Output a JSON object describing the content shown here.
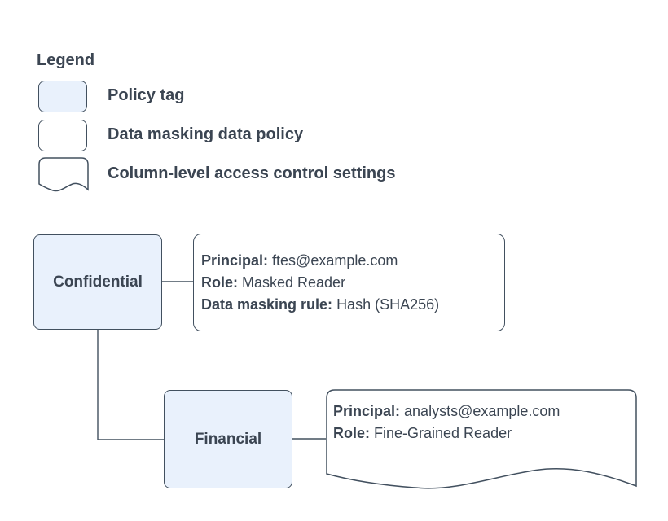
{
  "colors": {
    "background": "#ffffff",
    "policy_tag_fill": "#e9f1fc",
    "card_fill": "#ffffff",
    "stroke": "#42505f",
    "text": "#3b4552"
  },
  "legend": {
    "title": "Legend",
    "items": [
      {
        "swatch": "policy-tag",
        "label": "Policy tag"
      },
      {
        "swatch": "data-masking-data-policy",
        "label": "Data masking data policy"
      },
      {
        "swatch": "column-level-access-control-settings",
        "label": "Column-level access control settings"
      }
    ]
  },
  "diagram": {
    "confidential_node": {
      "label": "Confidential"
    },
    "financial_node": {
      "label": "Financial"
    },
    "confidential_policy_card": {
      "fields": [
        {
          "label": "Principal:",
          "value": "ftes@example.com"
        },
        {
          "label": "Role:",
          "value": "Masked Reader"
        },
        {
          "label": "Data masking rule:",
          "value": "Hash (SHA256)"
        }
      ]
    },
    "financial_policy_card": {
      "fields": [
        {
          "label": "Principal:",
          "value": "analysts@example.com"
        },
        {
          "label": "Role:",
          "value": "Fine-Grained Reader"
        }
      ]
    }
  }
}
